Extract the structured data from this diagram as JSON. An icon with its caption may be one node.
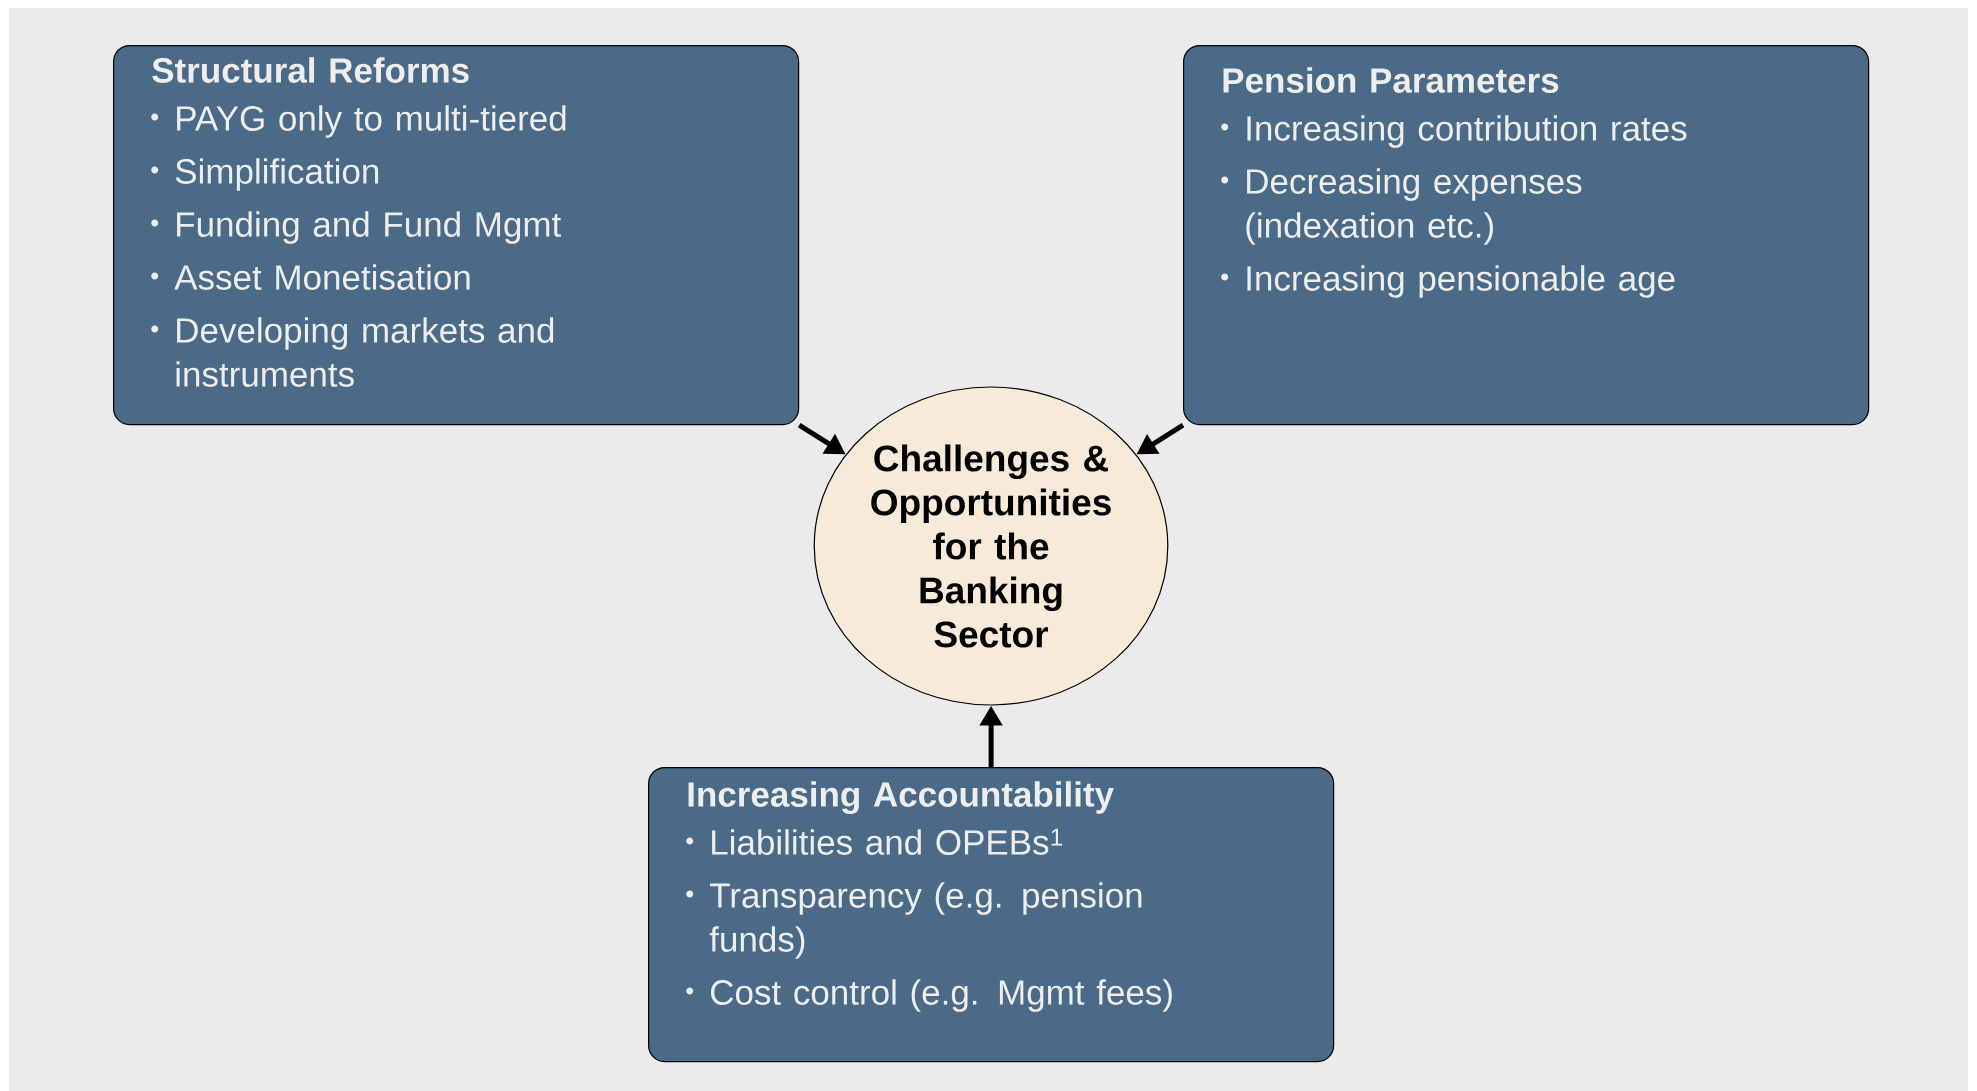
{
  "diagram": {
    "nodes": [
      {
        "text": [
          "Structural Reforms",
          "PAYG only to multi-tiered",
          "Simplification",
          "Funding and Fund Mgmt",
          "Asset Monetisation",
          "Developing markets and instruments"
        ]
      },
      {
        "text": [
          "Pension Parameters",
          "Increasing contribution rates",
          "Decreasing expenses (indexation etc.)",
          "Increasing pensionable age"
        ]
      },
      {
        "text": [
          "Challenges & Opportunities for the Banking Sector"
        ]
      },
      {
        "text": [
          "Increasing Accountability",
          "Liabilities and OPEBs$^{1}$",
          "Transparency (e.g. pension funds)",
          "Cost control (e.g. Mgmt fees)"
        ]
      }
    ],
    "edges": [
      {
        "from": 0,
        "to": 2,
        "arrow": "to"
      },
      {
        "from": 1,
        "to": 2,
        "arrow": "to"
      },
      {
        "from": 3,
        "to": 2,
        "arrow": "to"
      }
    ]
  }
}
